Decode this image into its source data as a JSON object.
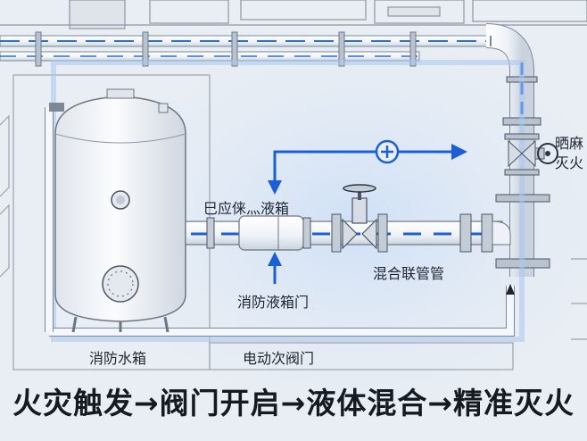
{
  "diagram": {
    "labels": {
      "tank": "消防水箱",
      "inline_tank": "巳应俫灬液箱",
      "liquid_valve": "消防液箱门",
      "motor_valve": "电动次阀门",
      "mixing_pipe": "混合联管管",
      "side_label_line1": "晒麻",
      "side_label_line2": "灭火"
    },
    "banner": "火灾触发→阀门开启→液体混合→精准灭火",
    "colors": {
      "background": "#e9eef4",
      "accent_blue": "#1a5fd6",
      "pipe_fill": "#f4f7fb",
      "line": "#2b3440",
      "glow": "#bcd4f2"
    }
  }
}
